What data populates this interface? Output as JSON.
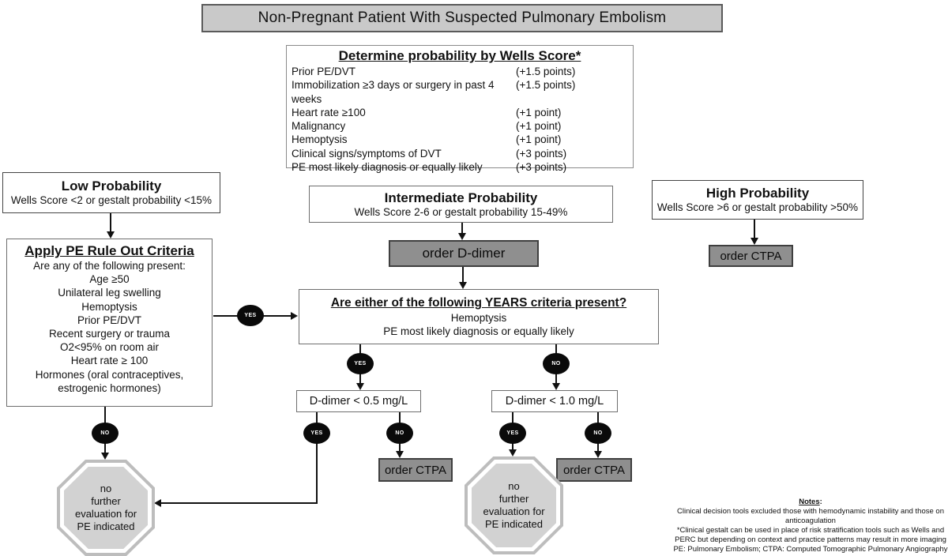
{
  "title": "Non-Pregnant Patient With Suspected Pulmonary Embolism",
  "wells": {
    "title": "Determine probability by Wells Score*",
    "rows": [
      {
        "label": "Prior PE/DVT",
        "points": "(+1.5 points)"
      },
      {
        "label": "Immobilization ≥3 days or surgery in past 4 weeks",
        "points": "(+1.5 points)"
      },
      {
        "label": "Heart rate ≥100",
        "points": "(+1 point)"
      },
      {
        "label": "Malignancy",
        "points": "(+1 point)"
      },
      {
        "label": "Hemoptysis",
        "points": "(+1 point)"
      },
      {
        "label": "Clinical signs/symptoms of DVT",
        "points": "(+3 points)"
      },
      {
        "label": "PE most likely diagnosis or equally likely",
        "points": "(+3 points)"
      }
    ]
  },
  "probability": {
    "low": {
      "title": "Low Probability",
      "subtitle": "Wells Score <2 or gestalt probability <15%"
    },
    "intermediate": {
      "title": "Intermediate Probability",
      "subtitle": "Wells Score 2-6 or gestalt probability 15-49%"
    },
    "high": {
      "title": "High Probability",
      "subtitle": "Wells Score >6 or gestalt probability >50%"
    }
  },
  "actions": {
    "order_ddimer": "order D-dimer",
    "order_ctpa": "order CTPA"
  },
  "years": {
    "title": "Are either of the following YEARS criteria present?",
    "lines": [
      "Hemoptysis",
      "PE most likely diagnosis or equally likely"
    ]
  },
  "perc": {
    "title": "Apply PE Rule Out Criteria",
    "intro": "Are any of the following present:",
    "criteria": [
      "Age ≥50",
      "Unilateral leg swelling",
      "Hemoptysis",
      "Prior PE/DVT",
      "Recent surgery or trauma",
      "O2<95% on room air",
      "Heart rate ≥ 100",
      "Hormones (oral contraceptives, estrogenic hormones)"
    ]
  },
  "ddimer": {
    "low_threshold": "D-dimer < 0.5 mg/L",
    "high_threshold": "D-dimer < 1.0 mg/L"
  },
  "stop": {
    "lines": [
      "no",
      "further",
      "evaluation for",
      "PE indicated"
    ]
  },
  "badges": {
    "yes": "YES",
    "no": "NO"
  },
  "notes": {
    "title": "Notes",
    "colon": ":",
    "lines": [
      "Clinical decision tools excluded those with hemodynamic instability and those on anticoagulation",
      "*Clinical gestalt can be used in place of risk stratification tools such as Wells and PERC but depending on context and practice patterns may result in more imaging",
      "PE: Pulmonary Embolism; CTPA: Computed Tomographic Pulmonary Angiography"
    ]
  },
  "colors": {
    "banner_gray": "#c9c9c9",
    "action_gray": "#8f8f8f",
    "octagon_fill": "#d2d2d2",
    "octagon_ring": "#bdbdbd",
    "badge_black": "#0a0a0a"
  }
}
